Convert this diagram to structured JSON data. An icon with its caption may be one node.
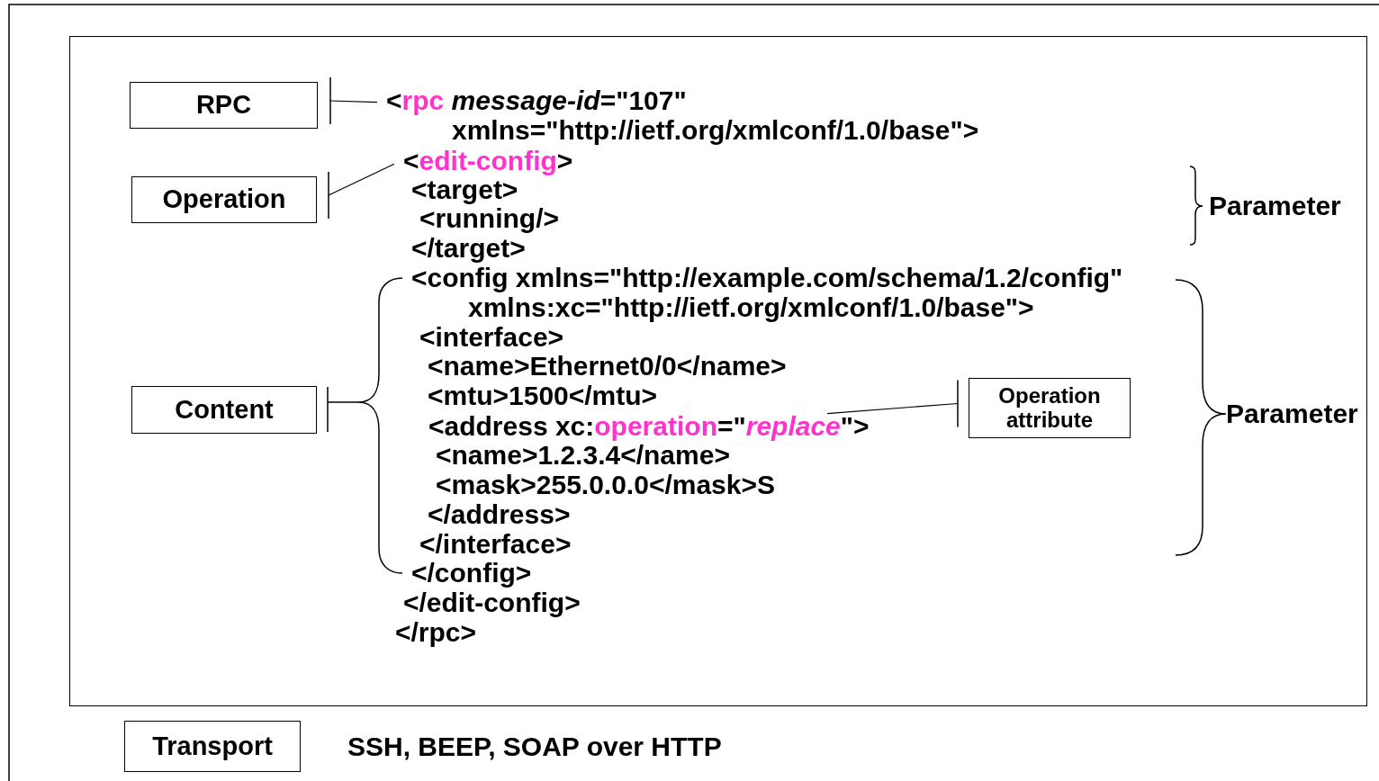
{
  "diagram": {
    "nodes": [
      {
        "text": [],
        "shape": "box"
      },
      {
        "text": [
          "RPC"
        ],
        "in": 0
      },
      {
        "text": [
          "<",
          "rpc",
          " *message-id*=\"107\""
        ],
        "in": 0
      },
      {
        "text": [
          "Operation"
        ],
        "in": 0
      },
      {
        "text": [
          "<",
          "edit-config",
          ">"
        ],
        "in": 0
      },
      {
        "text": [
          "Content"
        ],
        "in": 0
      },
      {
        "text": [
          "<address xc:",
          "operation",
          "=\"",
          "*replace*",
          "\">"
        ],
        "in": 0
      },
      {
        "text": [
          "Operation attribute"
        ],
        "in": 0
      },
      {
        "text": [
          "Transport"
        ]
      }
    ],
    "edges": [
      {
        "from": 1,
        "to": 2,
        "arrow": "other"
      },
      {
        "from": 3,
        "to": 4,
        "arrow": "other"
      },
      {
        "from": 7,
        "to": 6,
        "arrow": "other"
      }
    ],
    "labels": [
      "xmlns=\"http://ietf.org/xmlconf/1.0/base\">",
      "<target>",
      "Parameter",
      "<running/>",
      "</target>",
      "<config xmlns=\"http://example.com/schema/1.2/config\"",
      "xmlns:xc=\"http://ietf.org/xmlconf/1.0/base\">",
      "<interface>",
      "<name>Ethernet0/0</name>",
      "<mtu>1500</mtu>",
      "Parameter",
      "<name>1.2.3.4</name>",
      "<mask>255.0.0.0</mask>S",
      "</address>",
      "</interface>",
      "</config>",
      "</edit-config>",
      "</rpc>",
      "SSH, BEEP, SOAP over HTTP"
    ]
  }
}
